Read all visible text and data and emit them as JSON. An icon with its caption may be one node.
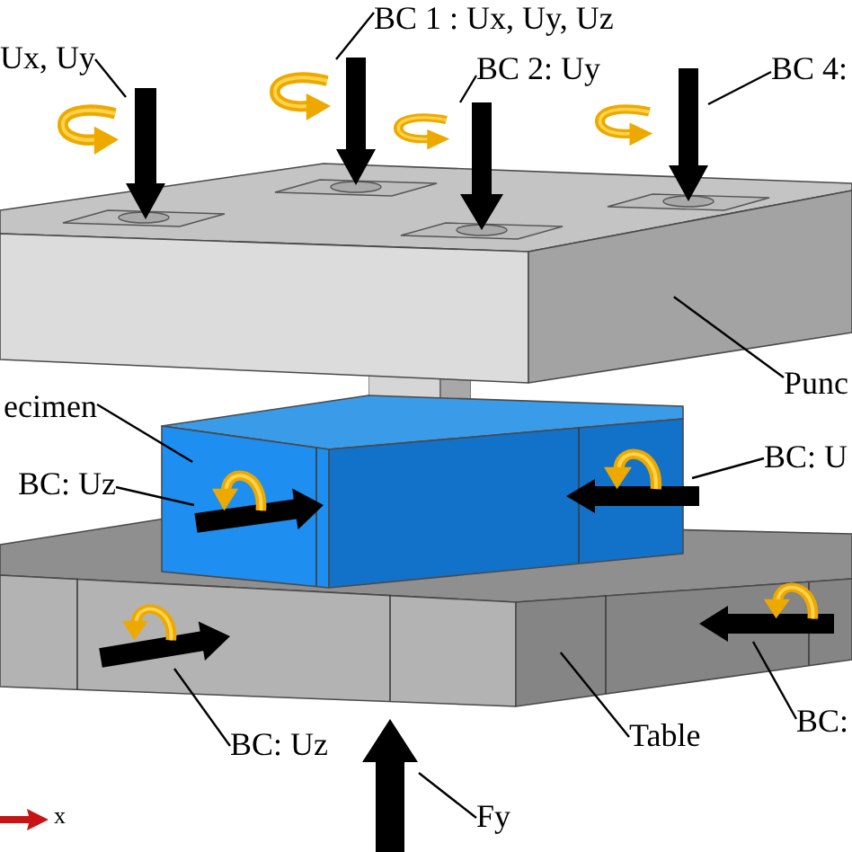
{
  "diagram": {
    "nodes": [
      {
        "text": [
          "Ux, Uy"
        ]
      },
      {
        "text": [
          "BC 1 : Ux, Uy, Uz"
        ]
      },
      {
        "text": [
          "BC 2: Uy"
        ]
      },
      {
        "text": [
          "BC 4:"
        ]
      },
      {
        "text": [
          "Punc"
        ]
      },
      {
        "text": [
          "ecimen"
        ]
      },
      {
        "text": [
          "BC: Uz"
        ]
      },
      {
        "text": [
          "BC: U"
        ]
      },
      {
        "text": [
          "BC: Uz"
        ]
      },
      {
        "text": [
          "Table"
        ]
      },
      {
        "text": [
          "BC:"
        ]
      },
      {
        "text": [
          "Fy"
        ]
      },
      {
        "text": [],
        "shape": "arrow"
      },
      {
        "text": [],
        "shape": "arrow"
      },
      {
        "text": [],
        "shape": "arrow"
      },
      {
        "text": [],
        "shape": "arrow"
      },
      {
        "text": [],
        "shape": "box"
      },
      {
        "text": [],
        "shape": "box"
      },
      {
        "text": [],
        "shape": "arrow"
      },
      {
        "text": [],
        "shape": "arrow"
      },
      {
        "text": [],
        "shape": "box"
      },
      {
        "text": [],
        "shape": "arrow",
        "in": 20
      },
      {
        "text": [],
        "shape": "arrow",
        "in": 20
      },
      {
        "text": [],
        "shape": "arrow"
      }
    ],
    "edges": [
      {
        "from": 0,
        "to": 12,
        "arrow": "none"
      },
      {
        "from": 1,
        "to": 13,
        "arrow": "none"
      },
      {
        "from": 2,
        "to": 14,
        "arrow": "none"
      },
      {
        "from": 3,
        "to": 15,
        "arrow": "none"
      },
      {
        "from": 4,
        "to": 16,
        "arrow": "none"
      },
      {
        "from": 5,
        "to": 17,
        "arrow": "none"
      },
      {
        "from": 6,
        "to": 18,
        "arrow": "none"
      },
      {
        "from": 7,
        "to": 19,
        "arrow": "none"
      },
      {
        "from": 8,
        "to": 21,
        "arrow": "none"
      },
      {
        "from": 9,
        "to": 20,
        "arrow": "none"
      },
      {
        "from": 10,
        "to": 22,
        "arrow": "none"
      },
      {
        "from": 11,
        "to": 23,
        "arrow": "none"
      }
    ],
    "labels": [
      "x"
    ]
  }
}
